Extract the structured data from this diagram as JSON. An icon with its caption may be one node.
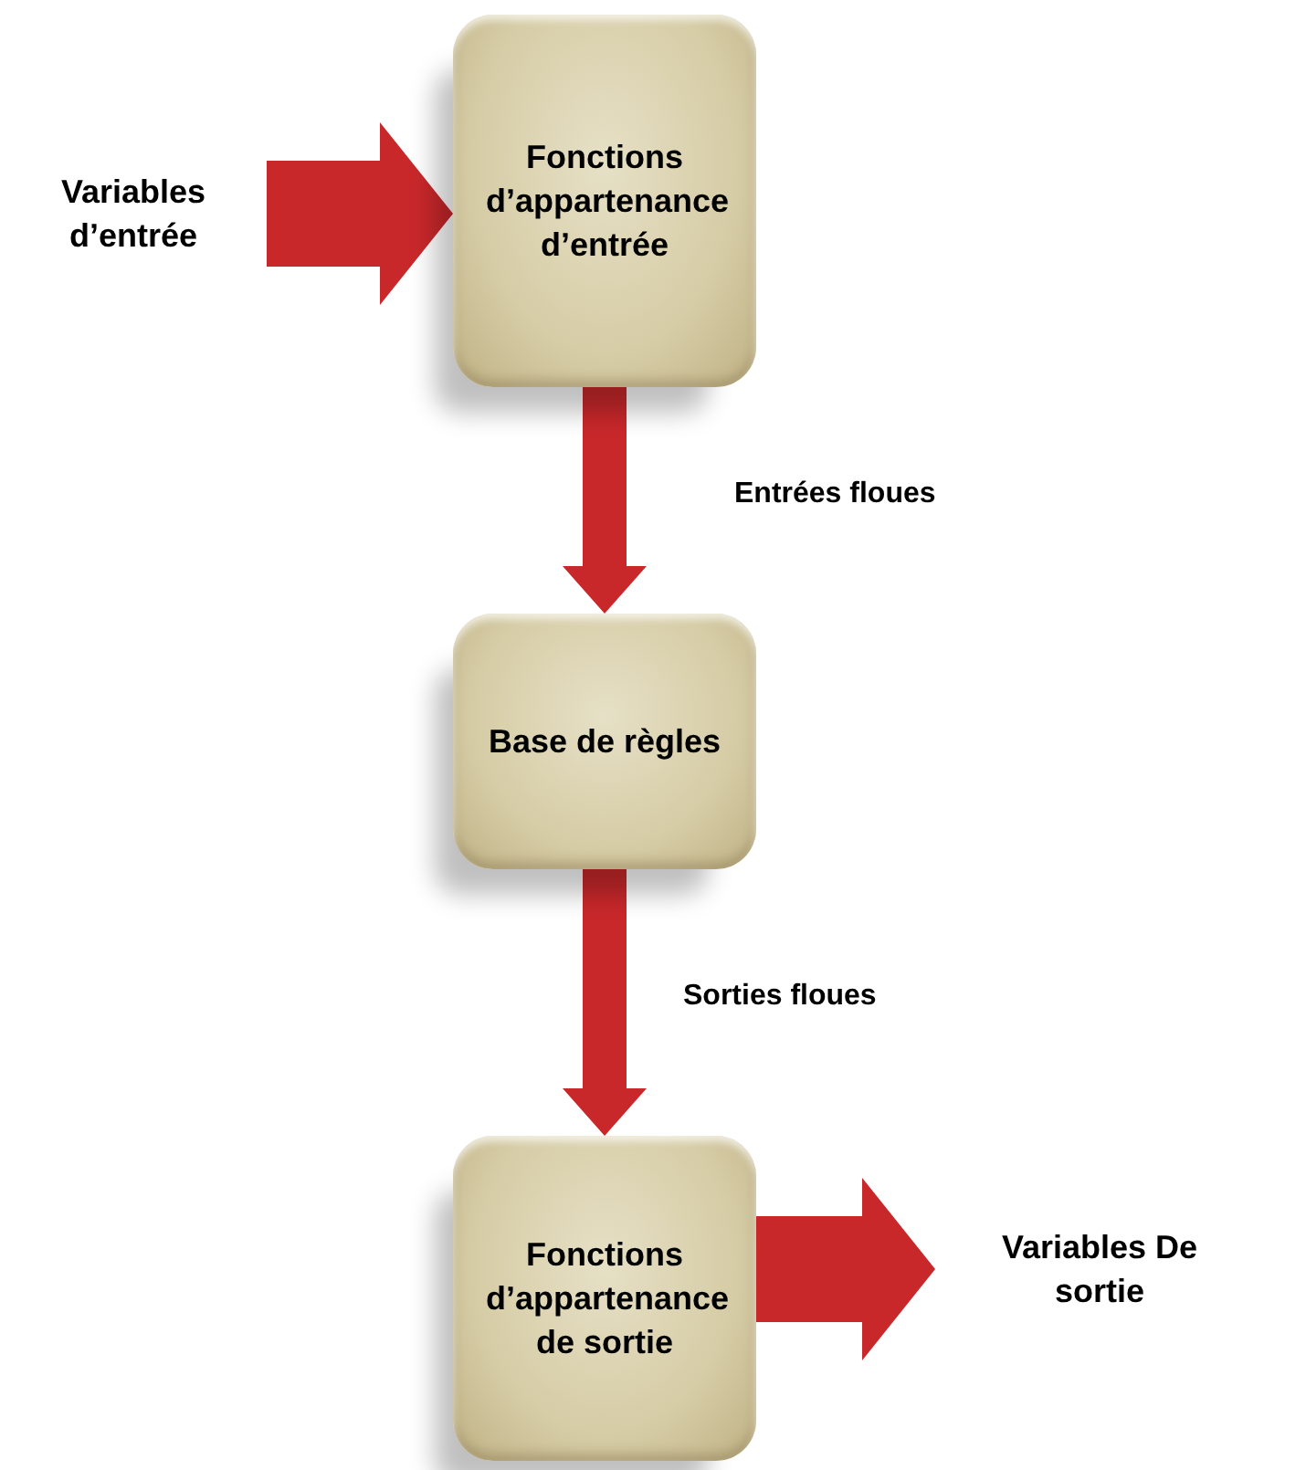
{
  "diagram": {
    "nodes": [
      {
        "text": [
          "Variables d’entrée"
        ]
      },
      {
        "text": [
          "Fonctions d’appartenance d’entrée"
        ]
      },
      {
        "text": [
          "Base de règles"
        ]
      },
      {
        "text": [
          "Fonctions d’appartenance de sortie"
        ]
      },
      {
        "text": [
          "Variables De sortie"
        ]
      }
    ],
    "edges": [
      {
        "from": 0,
        "to": 1,
        "arrow": "to",
        "style": "thick"
      },
      {
        "from": 1,
        "to": 2,
        "arrow": "to",
        "label": "Entrées floues"
      },
      {
        "from": 2,
        "to": 3,
        "arrow": "to",
        "label": "Sorties floues"
      },
      {
        "from": 3,
        "to": 4,
        "arrow": "to",
        "style": "thick"
      }
    ]
  }
}
